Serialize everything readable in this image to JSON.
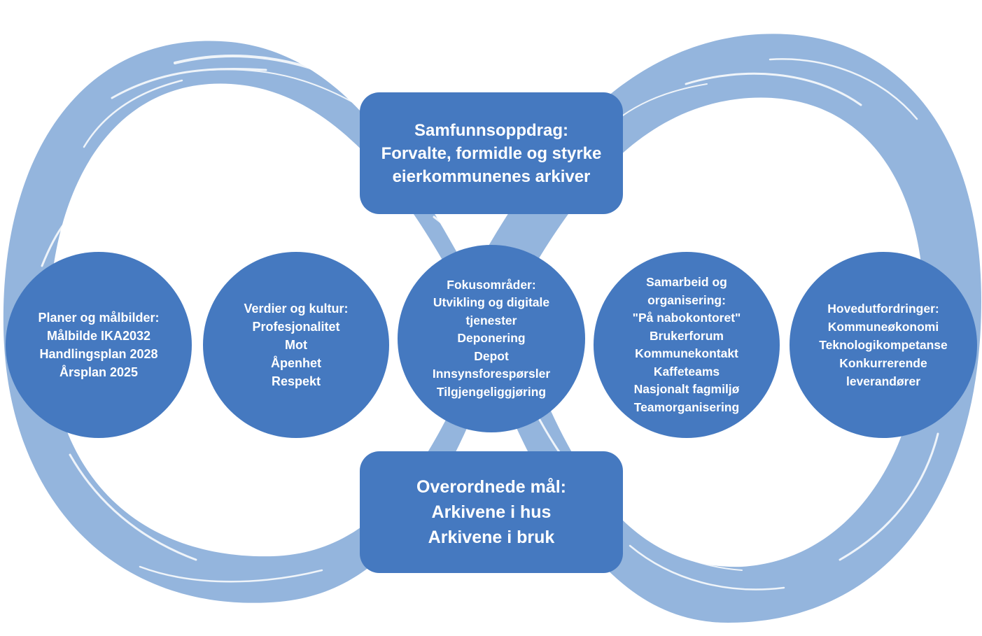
{
  "colors": {
    "shape_fill": "#4579c0",
    "ribbon_fill": "#94b5dd",
    "text": "#ffffff",
    "background": "#ffffff"
  },
  "top_box": {
    "lines": [
      "Samfunnsoppdrag:",
      "Forvalte, formidle og styrke",
      "eierkommunenes arkiver"
    ]
  },
  "bottom_box": {
    "lines": [
      "Overordnede mål:",
      "Arkivene i hus",
      "Arkivene i bruk"
    ]
  },
  "circles": [
    {
      "key": "planer",
      "lines": [
        "Planer og målbilder:",
        "Målbilde IKA2032",
        "Handlingsplan 2028",
        "Årsplan 2025"
      ]
    },
    {
      "key": "verdier",
      "lines": [
        "Verdier og kultur:",
        "Profesjonalitet",
        "Mot",
        "Åpenhet",
        "Respekt"
      ]
    },
    {
      "key": "fokus",
      "lines": [
        "Fokusområder:",
        "Utvikling og digitale",
        "tjenester",
        "Deponering",
        "Depot",
        "Innsynsforespørsler",
        "Tilgjengeliggjøring"
      ]
    },
    {
      "key": "samarbeid",
      "lines": [
        "Samarbeid og",
        "organisering:",
        "\"På nabokontoret\"",
        "Brukerforum",
        "Kommunekontakt",
        "Kaffeteams",
        "Nasjonalt fagmiljø",
        "Teamorganisering"
      ]
    },
    {
      "key": "hoved",
      "lines": [
        "Hovedutfordringer:",
        "Kommuneøkonomi",
        "Teknologikompetanse",
        "Konkurrerende",
        "leverandører"
      ]
    }
  ]
}
